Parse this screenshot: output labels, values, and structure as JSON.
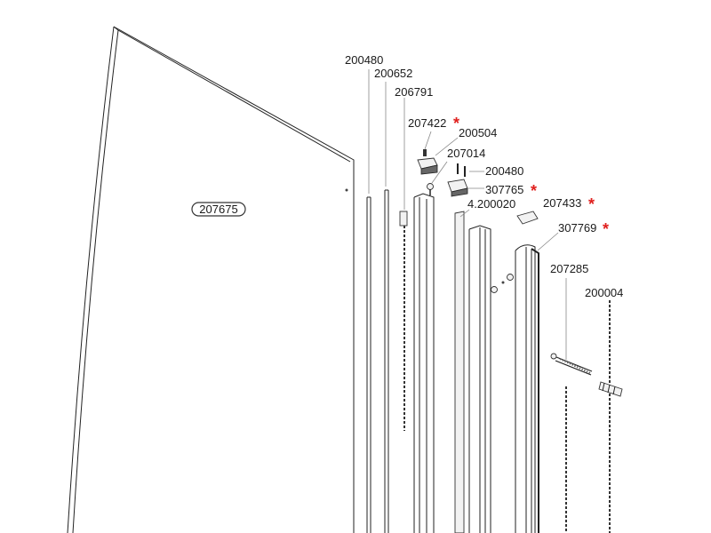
{
  "diagram": {
    "badge_label": "207675",
    "accent_color": "#e0201e",
    "labels": {
      "l200480a": "200480",
      "l200652": "200652",
      "l206791": "206791",
      "l207422": "207422",
      "l200504": "200504",
      "l207014": "207014",
      "l200480b": "200480",
      "l307765": "307765",
      "l4200020": "4.200020",
      "l207433": "207433",
      "l307769": "307769",
      "l207285": "207285",
      "l200004": "200004"
    },
    "star_glyph": "*"
  }
}
